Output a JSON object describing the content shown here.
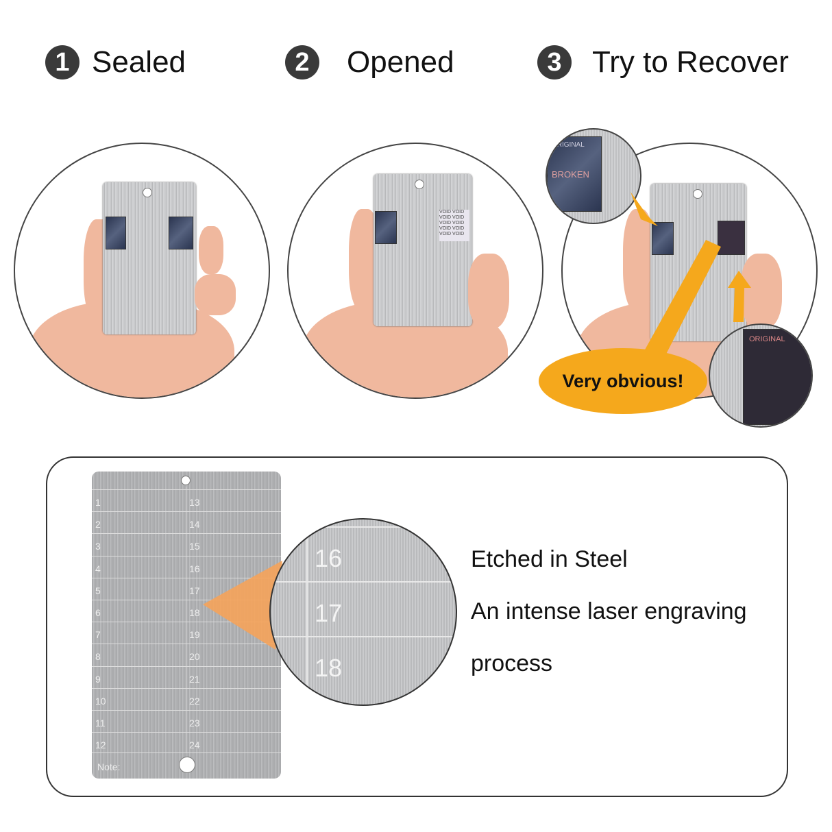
{
  "steps": [
    {
      "number": "1",
      "label": "Sealed"
    },
    {
      "number": "2",
      "label": "Opened"
    },
    {
      "number": "3",
      "label": "Try to Recover"
    }
  ],
  "callout": "Very obvious!",
  "sticker_text": [
    "ORIGINAL",
    "VOID",
    "BROKEN"
  ],
  "plate": {
    "left": [
      "1",
      "2",
      "3",
      "4",
      "5",
      "6",
      "7",
      "8",
      "9",
      "10",
      "11",
      "12"
    ],
    "right": [
      "13",
      "14",
      "15",
      "16",
      "17",
      "18",
      "19",
      "20",
      "21",
      "22",
      "23",
      "24"
    ],
    "note": "Note:"
  },
  "magnified": [
    "16",
    "17",
    "18"
  ],
  "description": {
    "title": "Etched in Steel",
    "line1": "An intense laser engraving",
    "line2": "process"
  },
  "colors": {
    "accent": "#f5a81c",
    "badge": "#3a3a3a"
  }
}
